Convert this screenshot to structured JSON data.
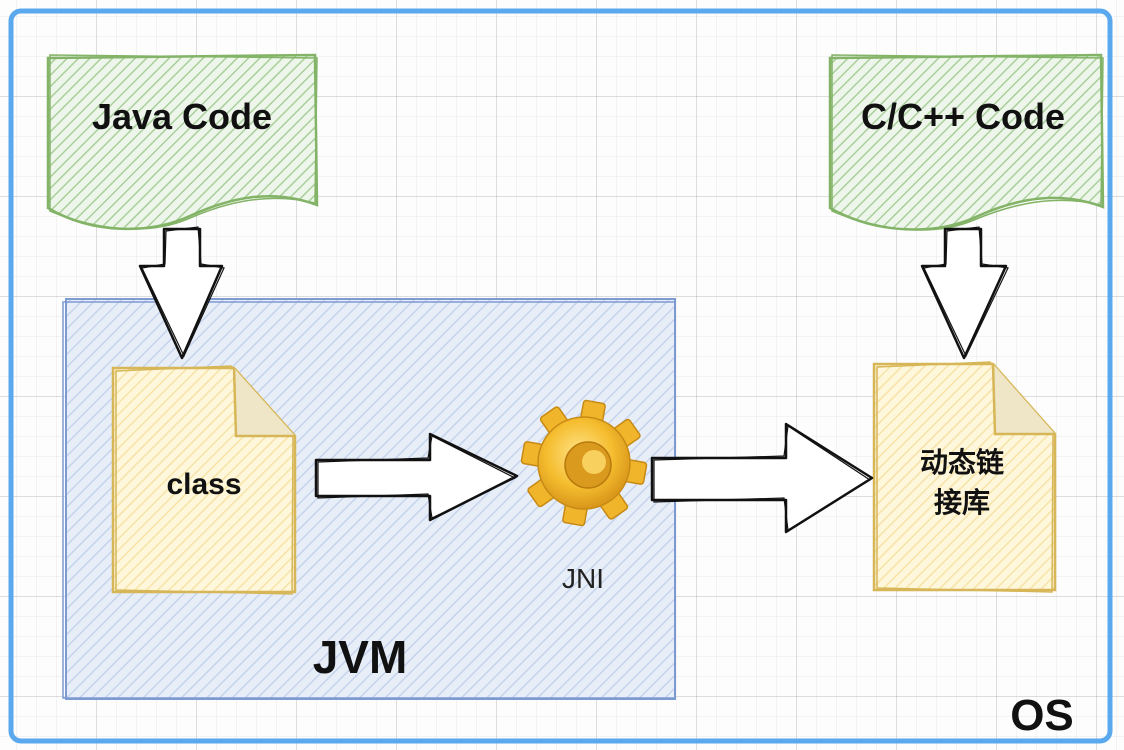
{
  "diagram": {
    "os_label": "OS",
    "jvm_label": "JVM",
    "java_code_label": "Java Code",
    "cpp_code_label": "C/C++ Code",
    "class_label": "class",
    "jni_label": "JNI",
    "dynamic_lib_line1": "动态链",
    "dynamic_lib_line2": "接库",
    "gear_icon": "gear-icon",
    "colors": {
      "os_border": "#5aa9ee",
      "jvm_border": "#7d9ad1",
      "jvm_fill": "#dce6f5",
      "code_border": "#82b366",
      "code_fill": "#d5e8d4",
      "file_border": "#d6b656",
      "file_fill": "#fff2cc",
      "gear": "#f2b92e"
    }
  }
}
